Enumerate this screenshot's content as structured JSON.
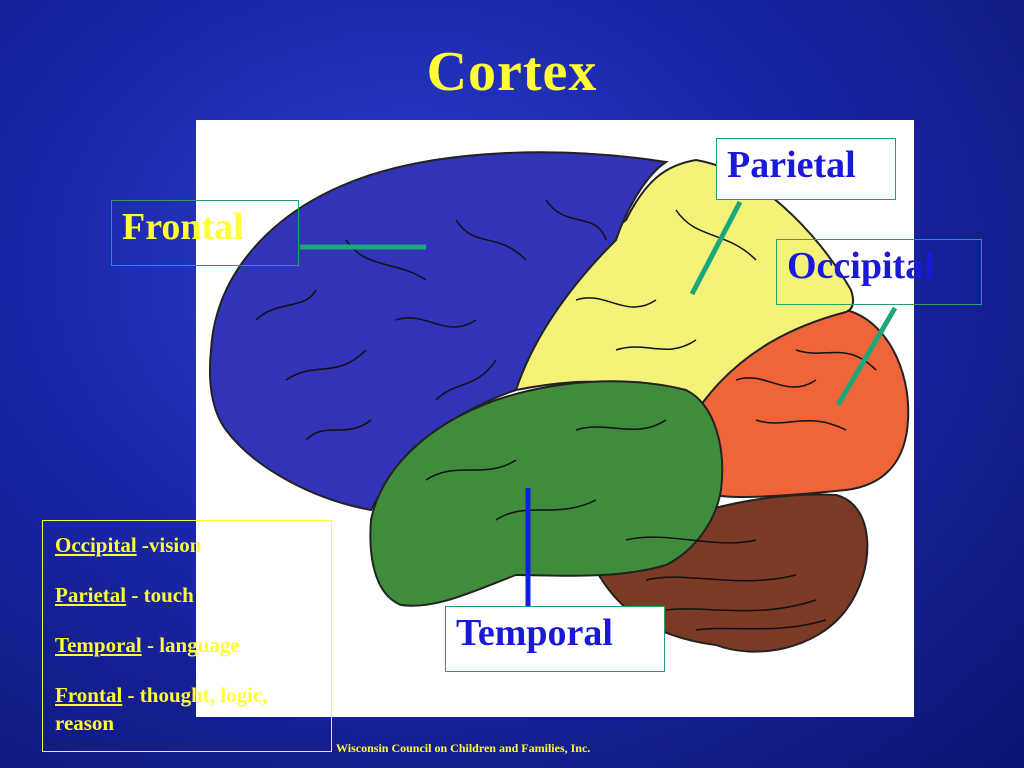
{
  "slide": {
    "title": "Cortex",
    "footer": "Wisconsin Council on Children and Families, Inc."
  },
  "labels": {
    "frontal": "Frontal",
    "parietal": "Parietal",
    "occipital": "Occipital",
    "temporal": "Temporal"
  },
  "legend": {
    "items": [
      {
        "term": "Occipital",
        "description": " -vision"
      },
      {
        "term": "Parietal",
        "description": " - touch"
      },
      {
        "term": "Temporal",
        "description": " - language"
      },
      {
        "term": "Frontal",
        "description": " - thought, logic, reason"
      }
    ]
  },
  "colors": {
    "frontal_lobe": "#3333b8",
    "parietal_lobe": "#f5f27a",
    "occipital_lobe": "#f0643a",
    "temporal_lobe": "#3f8c3c",
    "cerebellum": "#7a3a24",
    "title": "#ffff33",
    "label_text": "#1a1ad6",
    "leader_line": "#1aa77a",
    "temporal_line": "#1020e0"
  }
}
